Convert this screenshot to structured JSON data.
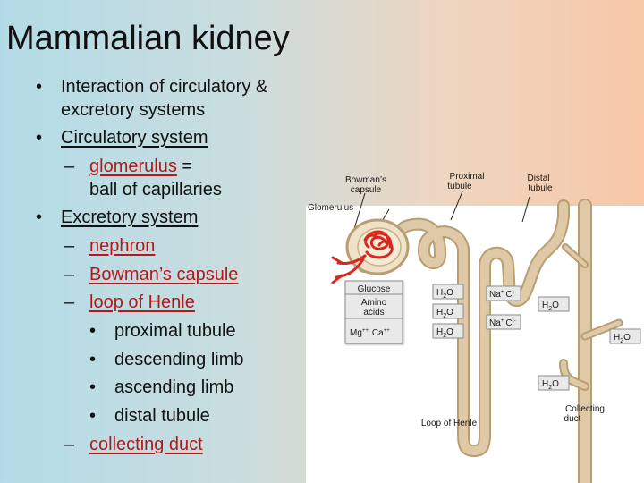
{
  "slide": {
    "title": "Mammalian kidney",
    "bullets": [
      {
        "level": 1,
        "marker": "•",
        "text": "Interaction of circulatory &"
      },
      {
        "level": 1,
        "marker": "",
        "text": "excretory systems"
      },
      {
        "level": 1,
        "marker": "•",
        "text": "Circulatory system"
      },
      {
        "level": 2,
        "marker": "–",
        "text": "glomerulus",
        "suffix": " ="
      },
      {
        "level": 2,
        "marker": "",
        "text": "ball of capillaries"
      },
      {
        "level": 1,
        "marker": "•",
        "text": "Excretory system"
      },
      {
        "level": 2,
        "marker": "–",
        "text": "nephron"
      },
      {
        "level": 2,
        "marker": "–",
        "text": "Bowman’s capsule"
      },
      {
        "level": 2,
        "marker": "–",
        "text": "loop of Henle"
      },
      {
        "level": 3,
        "marker": "•",
        "text": "proximal tubule"
      },
      {
        "level": 3,
        "marker": "•",
        "text": "descending limb"
      },
      {
        "level": 3,
        "marker": "•",
        "text": "ascending limb"
      },
      {
        "level": 3,
        "marker": "•",
        "text": "distal tubule"
      },
      {
        "level": 2,
        "marker": "–",
        "text": "collecting duct"
      }
    ]
  },
  "diagram": {
    "labels": {
      "bowmans_capsule_1": "Bowman’s",
      "bowmans_capsule_2": "capsule",
      "proximal_1": "Proximal",
      "proximal_2": "tubule",
      "distal_1": "Distal",
      "distal_2": "tubule",
      "glomerulus": "Glomerulus",
      "loop_of_henle": "Loop of Henle",
      "collecting_1": "Collecting",
      "collecting_2": "duct"
    },
    "boxes": {
      "glucose": "Glucose",
      "amino_1": "Amino",
      "amino_2": "acids",
      "mg": "Mg",
      "ca": "Ca",
      "plusplus": "++",
      "h2o_h": "H",
      "h2o_sub": "2",
      "h2o_o": "O",
      "na": "Na",
      "cl": "Cl",
      "plus": "+",
      "minus": "-"
    }
  },
  "colors": {
    "tubule": "#e0c9a6",
    "tubule_edge": "#b89e73",
    "blood": "#d42a22",
    "accent_red": "#b41818"
  }
}
